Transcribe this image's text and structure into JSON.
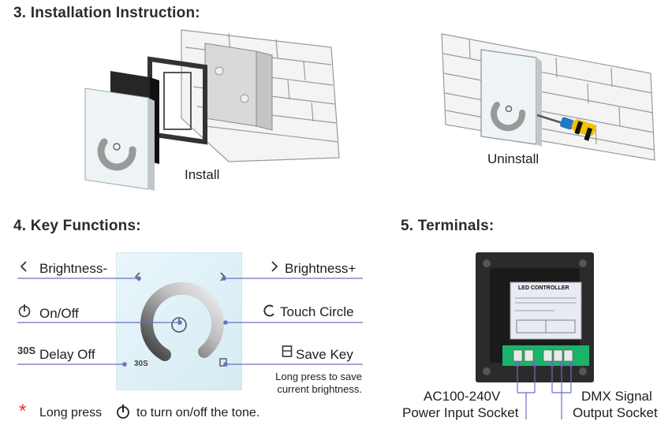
{
  "sections": {
    "installation": {
      "title": "3. Installation Instruction:",
      "install_label": "Install",
      "uninstall_label": "Uninstall"
    },
    "key_functions": {
      "title": "4. Key Functions:",
      "brightness_minus": "Brightness-",
      "brightness_plus": "Brightness+",
      "on_off": "On/Off",
      "touch_circle": "Touch Circle",
      "delay_off": "Delay Off",
      "delay_icon_text": "30S",
      "save_key": "Save Key",
      "save_note_1": "Long press to save",
      "save_note_2": "current brightness.",
      "note_prefix": "Long press",
      "note_suffix": "to turn on/off the tone."
    },
    "terminals": {
      "title": "5. Terminals:",
      "controller_title": "LED CONTROLLER",
      "power_label_1": "AC100-240V",
      "power_label_2": "Power Input Socket",
      "dmx_label_1": "DMX Signal",
      "dmx_label_2": "Output Socket"
    }
  },
  "colors": {
    "accent_line": "#6a6fc4",
    "note_asterisk": "#e0312b",
    "terminal_green": "#19b36a",
    "panel_dark": "#2b2b2b"
  }
}
